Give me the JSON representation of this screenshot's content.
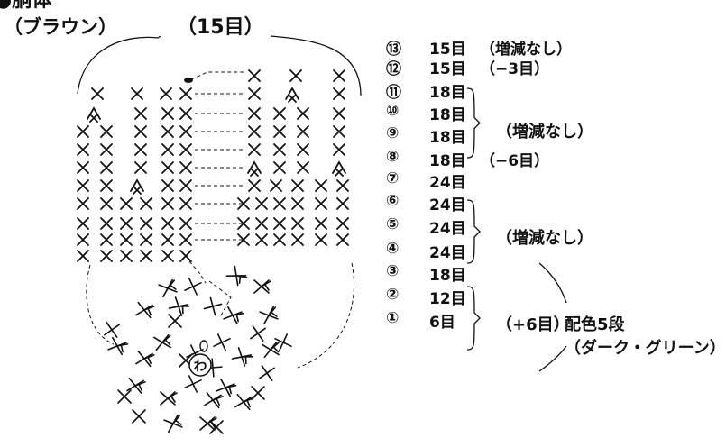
{
  "title": "●胴体",
  "color_label": "（ブラウン）",
  "stitch_count_label": "（15目）",
  "magic_ring_label": "わ",
  "rows": [
    {
      "num": "⑬",
      "count": "15目",
      "note": "（増減なし）"
    },
    {
      "num": "⑫",
      "count": "15目",
      "note": "（−3目）"
    },
    {
      "num": "⑪",
      "count": "18目",
      "note": ""
    },
    {
      "num": "⑩",
      "count": "18目",
      "note": ""
    },
    {
      "num": "⑨",
      "count": "18目",
      "note": ""
    },
    {
      "num": "⑧",
      "count": "18目",
      "note": "（−6目）"
    },
    {
      "num": "⑦",
      "count": "24目",
      "note": ""
    },
    {
      "num": "⑥",
      "count": "24目",
      "note": ""
    },
    {
      "num": "⑤",
      "count": "24目",
      "note": ""
    },
    {
      "num": "④",
      "count": "24目",
      "note": ""
    },
    {
      "num": "③",
      "count": "18目",
      "note": ""
    },
    {
      "num": "②",
      "count": "12目",
      "note": ""
    },
    {
      "num": "①",
      "count": "6目",
      "note": ""
    }
  ],
  "group_notes": {
    "rows_11_9": "（増減なし）",
    "rows_7_5": "（増減なし）",
    "rows_4_2": "（+6目）"
  },
  "accent": {
    "label": "配色5段",
    "color_name": "（ダーク・グリーン）"
  },
  "colors": {
    "ink": "#111111"
  }
}
